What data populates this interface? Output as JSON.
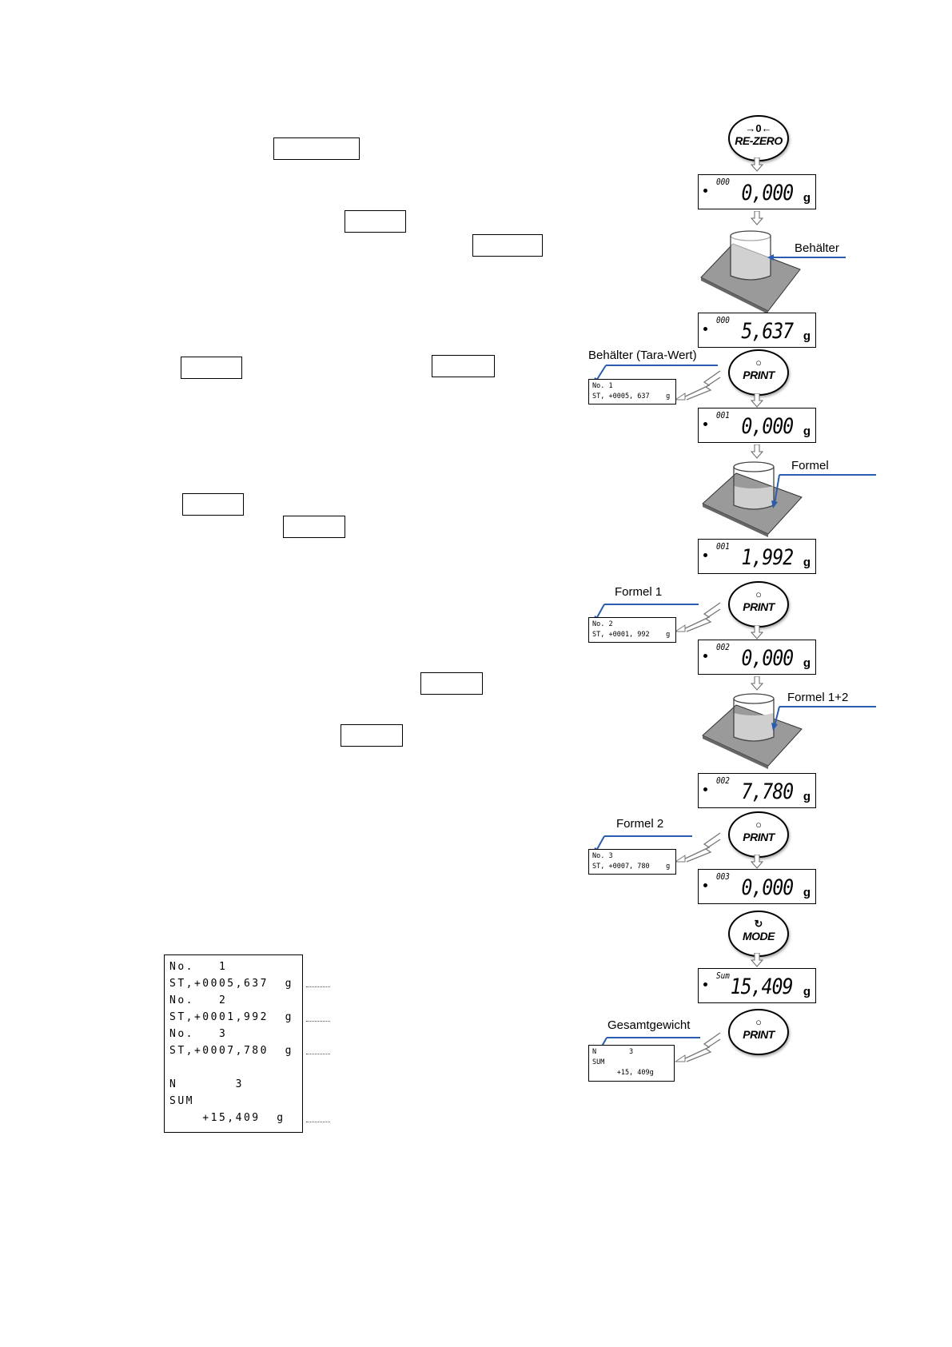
{
  "buttons": {
    "rezero": {
      "symbol": "→0←",
      "label": "RE-ZERO"
    },
    "print": {
      "symbol": "○",
      "label": "PRINT"
    },
    "mode": {
      "symbol": "↻",
      "label": "MODE"
    }
  },
  "displays": [
    {
      "small": "000",
      "value": "0,000",
      "unit": "g"
    },
    {
      "small": "000",
      "value": "5,637",
      "unit": "g"
    },
    {
      "small": "001",
      "value": "0,000",
      "unit": "g"
    },
    {
      "small": "001",
      "value": "1,992",
      "unit": "g"
    },
    {
      "small": "002",
      "value": "0,000",
      "unit": "g"
    },
    {
      "small": "002",
      "value": "7,780",
      "unit": "g"
    },
    {
      "small": "003",
      "value": "0,000",
      "unit": "g"
    },
    {
      "small": "Sum",
      "value": "15,409",
      "unit": "g"
    }
  ],
  "callouts": {
    "behaelter": "Behälter",
    "behaelter_tara": "Behälter (Tara-Wert)",
    "formel": "Formel",
    "formel1": "Formel 1",
    "formel12": "Formel 1+2",
    "formel2": "Formel 2",
    "gesamtgewicht": "Gesamtgewicht"
  },
  "tickets": {
    "t1": {
      "line1": "No. 1",
      "line2": "ST, +0005, 637    g"
    },
    "t2": {
      "line1": "No. 2",
      "line2": "ST, +0001, 992    g"
    },
    "t3": {
      "line1": "No. 3",
      "line2": "ST, +0007, 780    g"
    },
    "t4": {
      "line1": "N        3",
      "line2": "SUM",
      "line3": "      +15, 409g"
    }
  },
  "printout": {
    "lines": [
      "No.   1",
      "ST,+0005,637  g",
      "No.   2",
      "ST,+0001,992  g",
      "No.   3",
      "ST,+0007,780  g",
      "",
      "N       3",
      "SUM",
      "    +15,409  g"
    ]
  }
}
